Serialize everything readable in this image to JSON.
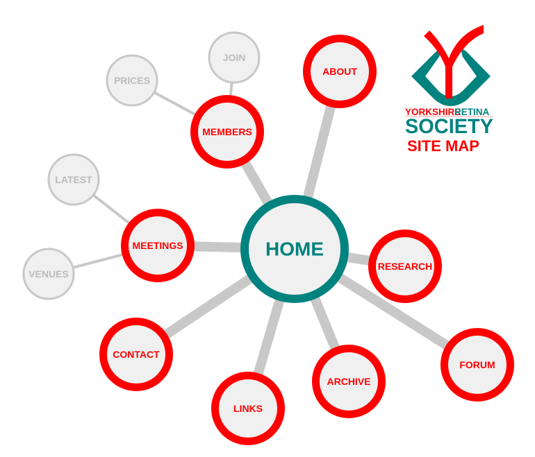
{
  "colors": {
    "red": "#ff0000",
    "teal": "#00827f",
    "grey": "#c8c8c8",
    "fill": "#f0f0f0",
    "sub_text": "#bbbbbb"
  },
  "home": {
    "label": "HOME"
  },
  "sections": [
    {
      "id": "about",
      "label": "ABOUT"
    },
    {
      "id": "members",
      "label": "MEMBERS"
    },
    {
      "id": "meetings",
      "label": "MEETINGS"
    },
    {
      "id": "research",
      "label": "RESEARCH"
    },
    {
      "id": "forum",
      "label": "FORUM"
    },
    {
      "id": "archive",
      "label": "ARCHIVE"
    },
    {
      "id": "links",
      "label": "LINKS"
    },
    {
      "id": "contact",
      "label": "CONTACT"
    }
  ],
  "subpages": [
    {
      "id": "join",
      "parent": "members",
      "label": "JOIN"
    },
    {
      "id": "prices",
      "parent": "members",
      "label": "PRICES"
    },
    {
      "id": "latest",
      "parent": "meetings",
      "label": "LATEST"
    },
    {
      "id": "venues",
      "parent": "meetings",
      "label": "VENUES"
    }
  ],
  "logo": {
    "line1a": "YORKSHIRE",
    "line1b": "RETINA",
    "line2": "SOCIETY",
    "subtitle": "SITE MAP"
  }
}
